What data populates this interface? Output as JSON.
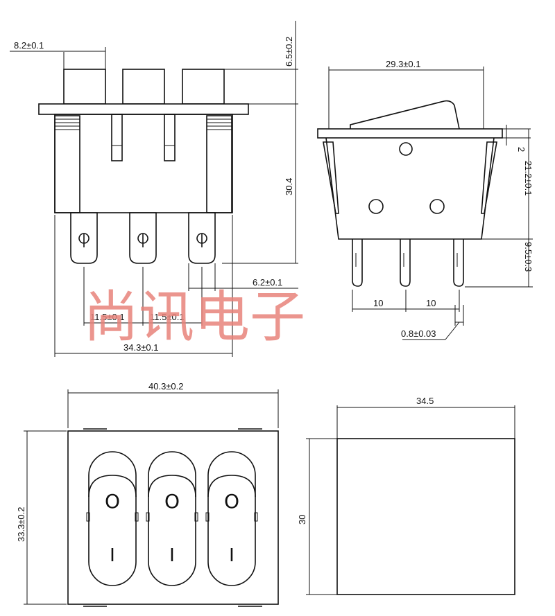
{
  "dimensions": {
    "front": {
      "width_top": "8.2±0.1",
      "height_top": "6.5±0.2",
      "body_height": "30.4",
      "terminal_pos": "6.2±0.1",
      "pitch_left": "11.5±0.1",
      "pitch_right": "11.5±0.1",
      "overall_width": "34.3±0.1"
    },
    "side": {
      "width": "29.3±0.1",
      "flange": "2",
      "body_height": "21.2±0.1",
      "terminal_length": "9.5±0.3",
      "pitch_left": "10",
      "pitch_right": "10",
      "terminal_thickness": "0.8±0.03"
    },
    "top": {
      "width": "40.3±0.2",
      "height": "33.3±0.2"
    },
    "cutout": {
      "width": "34.5",
      "height": "30"
    }
  },
  "switch_symbols": {
    "off": "O",
    "on": "I"
  },
  "watermark": "尚讯电子"
}
